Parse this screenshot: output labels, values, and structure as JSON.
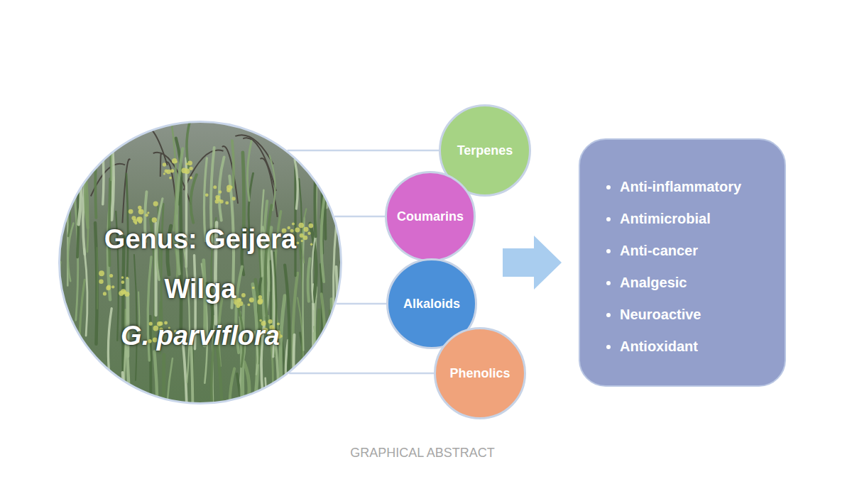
{
  "diagram": {
    "caption": "GRAPHICAL ABSTRACT",
    "nodes": [
      {
        "text": [
          "Genus: Geijera",
          "Wilga",
          "G. parviflora"
        ]
      },
      {
        "text": [
          "Terpenes"
        ]
      },
      {
        "text": [
          "Coumarins"
        ]
      },
      {
        "text": [
          "Alkaloids"
        ]
      },
      {
        "text": [
          "Phenolics"
        ]
      },
      {
        "text": [
          "Anti-inflammatory",
          "Antimicrobial",
          "Anti-cancer",
          "Analgesic",
          "Neuroactive",
          "Antioxidant"
        ]
      }
    ],
    "edges": [
      {
        "from": 0,
        "to": 1,
        "arrow": "none"
      },
      {
        "from": 0,
        "to": 2,
        "arrow": "none"
      },
      {
        "from": 0,
        "to": 3,
        "arrow": "none"
      },
      {
        "from": 0,
        "to": 4,
        "arrow": "none"
      }
    ]
  }
}
